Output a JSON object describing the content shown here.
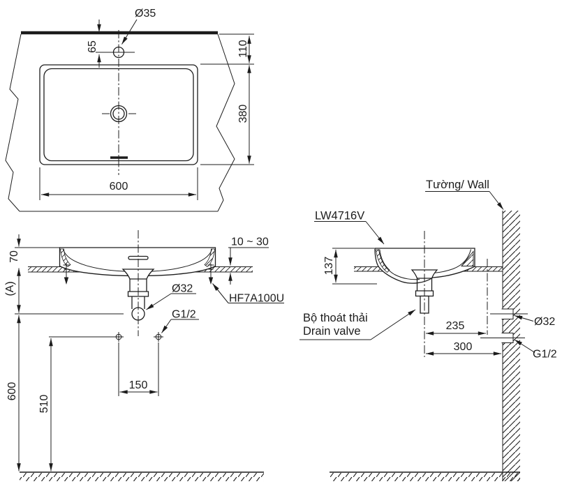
{
  "plan": {
    "faucet_hole_dia": "Ø35",
    "faucet_hole_offset": "65",
    "rear_edge_to_basin": "110",
    "basin_depth": "380",
    "basin_width": "600"
  },
  "front": {
    "rim_above_counter": "70",
    "height_ref": "(A)",
    "counter_thickness": "10 ~ 30",
    "drain_pipe_dia": "Ø32",
    "fixing_kit_code": "HF7A100U",
    "supply_thread": "G1/2",
    "supply_hole_spacing": "150",
    "supply_height": "510",
    "drain_height": "600"
  },
  "side": {
    "wall_label": "Tường/ Wall",
    "model_code": "LW4716V",
    "basin_height": "137",
    "drain_valve_vi": "Bộ thoát thải",
    "drain_valve_en": "Drain valve",
    "drain_to_faucet_line": "235",
    "drain_to_wall": "300",
    "wall_drain_dia": "Ø32",
    "wall_supply_thread": "G1/2"
  },
  "colors": {
    "line": "#1c1c1c",
    "background": "#ffffff"
  }
}
